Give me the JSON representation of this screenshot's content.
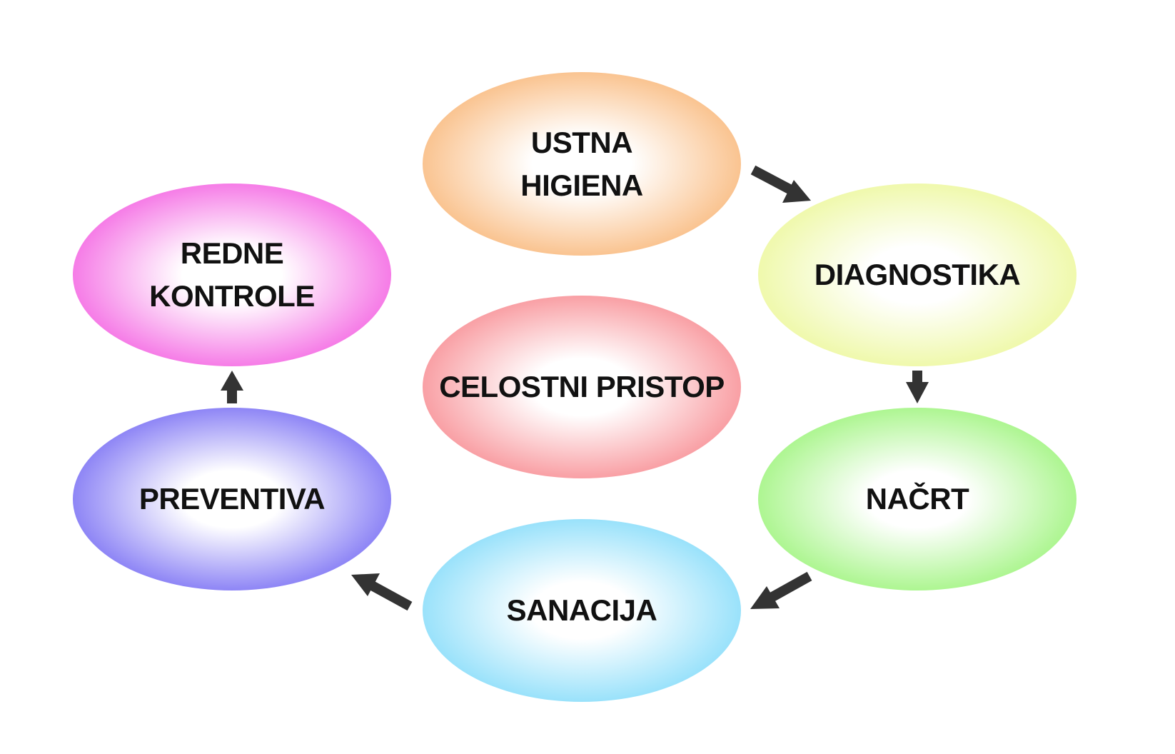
{
  "nodes": {
    "ustna_higiena": {
      "lines": [
        "USTNA",
        "HIGIENA"
      ],
      "color": "#F7A04E"
    },
    "diagnostika": {
      "lines": [
        "DIAGNOSTIKA"
      ],
      "color": "#E6F57A"
    },
    "nacrt": {
      "lines": [
        "NAČRT"
      ],
      "color": "#7CF04F"
    },
    "sanacija": {
      "lines": [
        "SANACIJA"
      ],
      "color": "#5CD0F8"
    },
    "preventiva": {
      "lines": [
        "PREVENTIVA"
      ],
      "color": "#4A3CF0"
    },
    "redne_kontrole": {
      "lines": [
        "REDNE",
        "KONTROLE"
      ],
      "color": "#F02DD8"
    },
    "celostni_pristop": {
      "lines": [
        "CELOSTNI PRISTOP"
      ],
      "color": "#F5666E"
    }
  },
  "arrow_color": "#333333"
}
